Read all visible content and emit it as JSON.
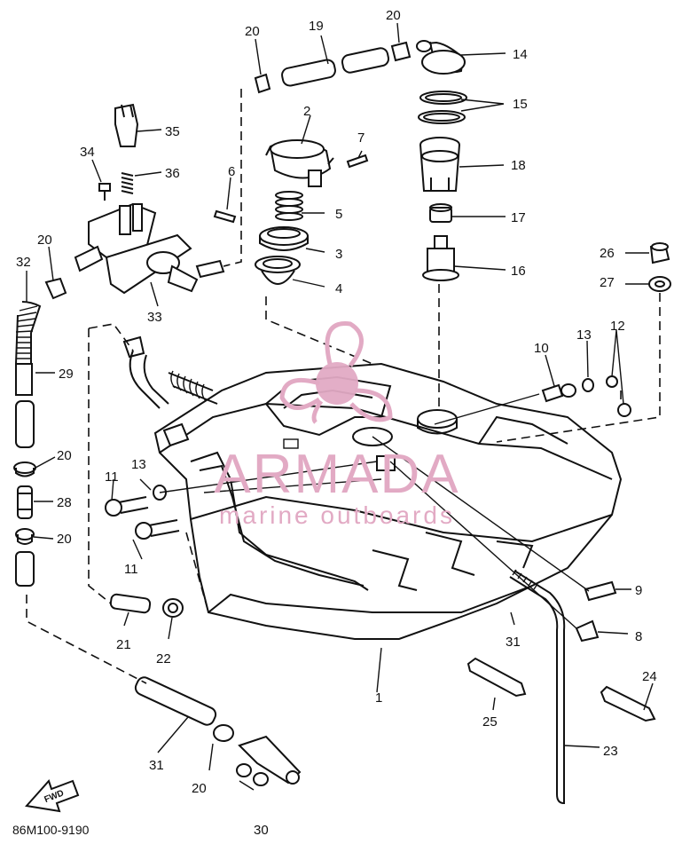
{
  "watermark": {
    "brand": "ARMADA",
    "tagline": "marine outboards",
    "color": "#e2aac4"
  },
  "diagram_code": "86M100-9190",
  "fwd_label": "FWD",
  "callouts": {
    "c1": "1",
    "c2": "2",
    "c3": "3",
    "c4": "4",
    "c5": "5",
    "c6": "6",
    "c7": "7",
    "c8": "8",
    "c9": "9",
    "c10": "10",
    "c11a": "11",
    "c11b": "11",
    "c12": "12",
    "c13a": "13",
    "c13b": "13",
    "c14": "14",
    "c15": "15",
    "c16": "16",
    "c17": "17",
    "c18": "18",
    "c19": "19",
    "c20a": "20",
    "c20b": "20",
    "c20c": "20",
    "c20d": "20",
    "c20e": "20",
    "c20f": "20",
    "c21": "21",
    "c22": "22",
    "c23": "23",
    "c24": "24",
    "c25": "25",
    "c26": "26",
    "c27": "27",
    "c28": "28",
    "c29": "29",
    "c30": "30",
    "c31a": "31",
    "c31b": "31",
    "c32": "32",
    "c33": "33",
    "c34": "34",
    "c35": "35",
    "c36": "36"
  }
}
